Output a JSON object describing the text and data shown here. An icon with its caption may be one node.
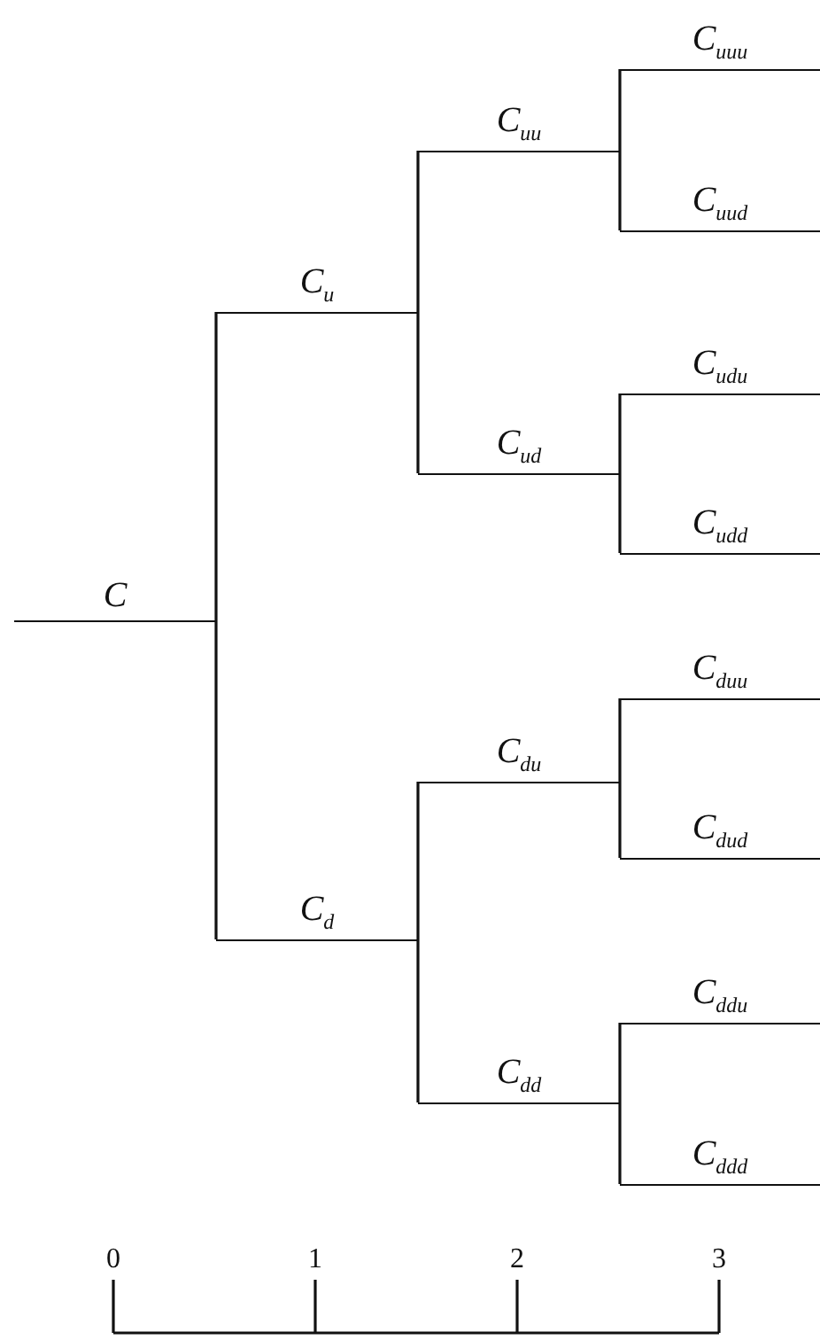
{
  "diagram": {
    "nodes": [
      {
        "text": [
          "C"
        ]
      },
      {
        "text": [
          "C$_{u}$"
        ]
      },
      {
        "text": [
          "C$_{d}$"
        ]
      },
      {
        "text": [
          "C$_{uu}$"
        ]
      },
      {
        "text": [
          "C$_{ud}$"
        ]
      },
      {
        "text": [
          "C$_{du}$"
        ]
      },
      {
        "text": [
          "C$_{dd}$"
        ]
      },
      {
        "text": [
          "C$_{uuu}$"
        ]
      },
      {
        "text": [
          "C$_{uud}$"
        ]
      },
      {
        "text": [
          "C$_{udu}$"
        ]
      },
      {
        "text": [
          "C$_{udd}$"
        ]
      },
      {
        "text": [
          "C$_{duu}$"
        ]
      },
      {
        "text": [
          "C$_{dud}$"
        ]
      },
      {
        "text": [
          "C$_{ddu}$"
        ]
      },
      {
        "text": [
          "C$_{ddd}$"
        ]
      }
    ],
    "edges": [
      {
        "from": 0,
        "to": 1,
        "arrow": "none"
      },
      {
        "from": 0,
        "to": 2,
        "arrow": "none"
      },
      {
        "from": 1,
        "to": 3,
        "arrow": "none"
      },
      {
        "from": 1,
        "to": 4,
        "arrow": "none"
      },
      {
        "from": 2,
        "to": 5,
        "arrow": "none"
      },
      {
        "from": 2,
        "to": 6,
        "arrow": "none"
      },
      {
        "from": 3,
        "to": 7,
        "arrow": "none"
      },
      {
        "from": 3,
        "to": 8,
        "arrow": "none"
      },
      {
        "from": 4,
        "to": 9,
        "arrow": "none"
      },
      {
        "from": 4,
        "to": 10,
        "arrow": "none"
      },
      {
        "from": 5,
        "to": 11,
        "arrow": "none"
      },
      {
        "from": 5,
        "to": 12,
        "arrow": "none"
      },
      {
        "from": 6,
        "to": 13,
        "arrow": "none"
      },
      {
        "from": 6,
        "to": 14,
        "arrow": "none"
      }
    ],
    "labels": [
      "0",
      "1",
      "2",
      "3"
    ]
  }
}
